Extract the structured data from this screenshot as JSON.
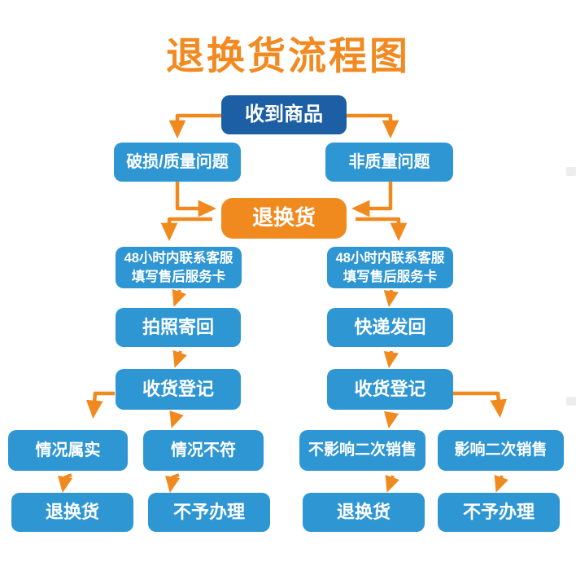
{
  "title": "退换货流程图",
  "colors": {
    "title": "#f28a22",
    "dark_blue": "#1d5fa5",
    "light_blue": "#2e96d3",
    "orange": "#f08a1f",
    "arrow": "#f08a1f",
    "text": "#ffffff"
  },
  "nodes": {
    "received": {
      "label": "收到商品"
    },
    "damaged": {
      "label": "破损/质量问题"
    },
    "non_quality": {
      "label": "非质量问题"
    },
    "return_exchange": {
      "label": "退换货"
    },
    "contact_left": {
      "line1": "48小时内联系客服",
      "line2": "填写售后服务卡"
    },
    "contact_right": {
      "line1": "48小时内联系客服",
      "line2": "填写售后服务卡"
    },
    "photo_return": {
      "label": "拍照寄回"
    },
    "express_return": {
      "label": "快递发回"
    },
    "register_left": {
      "label": "收货登记"
    },
    "register_right": {
      "label": "收货登记"
    },
    "situation_true": {
      "label": "情况属实"
    },
    "situation_false": {
      "label": "情况不符"
    },
    "no_impact_resale": {
      "label": "不影响二次销售"
    },
    "impact_resale": {
      "label": "影响二次销售"
    },
    "approve_left": {
      "label": "退换货"
    },
    "reject_left": {
      "label": "不予办理"
    },
    "approve_right": {
      "label": "退换货"
    },
    "reject_right": {
      "label": "不予办理"
    }
  }
}
